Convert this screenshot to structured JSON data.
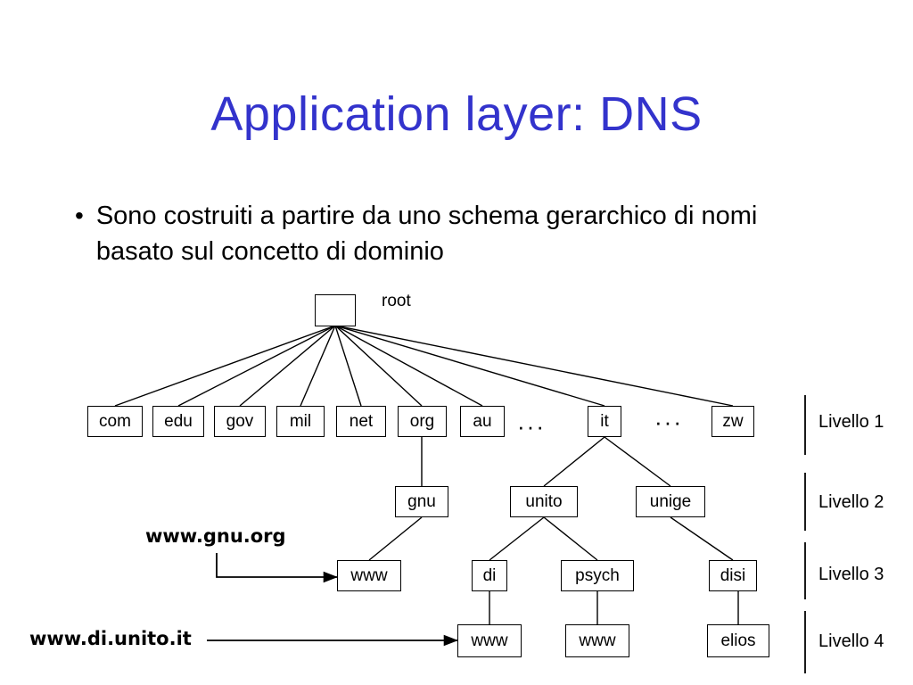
{
  "slide": {
    "title": "Application layer: DNS",
    "bullet_marker": "•",
    "bullet_text": "Sono costruiti a partire da uno schema gerarchico di nomi basato sul concetto di dominio",
    "title_color": "#3333cc",
    "background_color": "#ffffff"
  },
  "diagram": {
    "root": {
      "label": "",
      "caption": "root"
    },
    "ellipsis": "···",
    "level1": [
      {
        "label": "com"
      },
      {
        "label": "edu"
      },
      {
        "label": "gov"
      },
      {
        "label": "mil"
      },
      {
        "label": "net"
      },
      {
        "label": "org"
      },
      {
        "label": "au"
      },
      {
        "label": "it"
      },
      {
        "label": "zw"
      }
    ],
    "level2": [
      {
        "label": "gnu"
      },
      {
        "label": "unito"
      },
      {
        "label": "unige"
      }
    ],
    "level3": [
      {
        "label": "www"
      },
      {
        "label": "di"
      },
      {
        "label": "psych"
      },
      {
        "label": "disi"
      }
    ],
    "level4": [
      {
        "label": "www"
      },
      {
        "label": "www"
      },
      {
        "label": "elios"
      }
    ],
    "annotations": [
      {
        "label": "www.gnu.org"
      },
      {
        "label": "www.di.unito.it"
      }
    ],
    "levels": [
      {
        "label": "Livello 1"
      },
      {
        "label": "Livello 2"
      },
      {
        "label": "Livello 3"
      },
      {
        "label": "Livello 4"
      }
    ]
  }
}
